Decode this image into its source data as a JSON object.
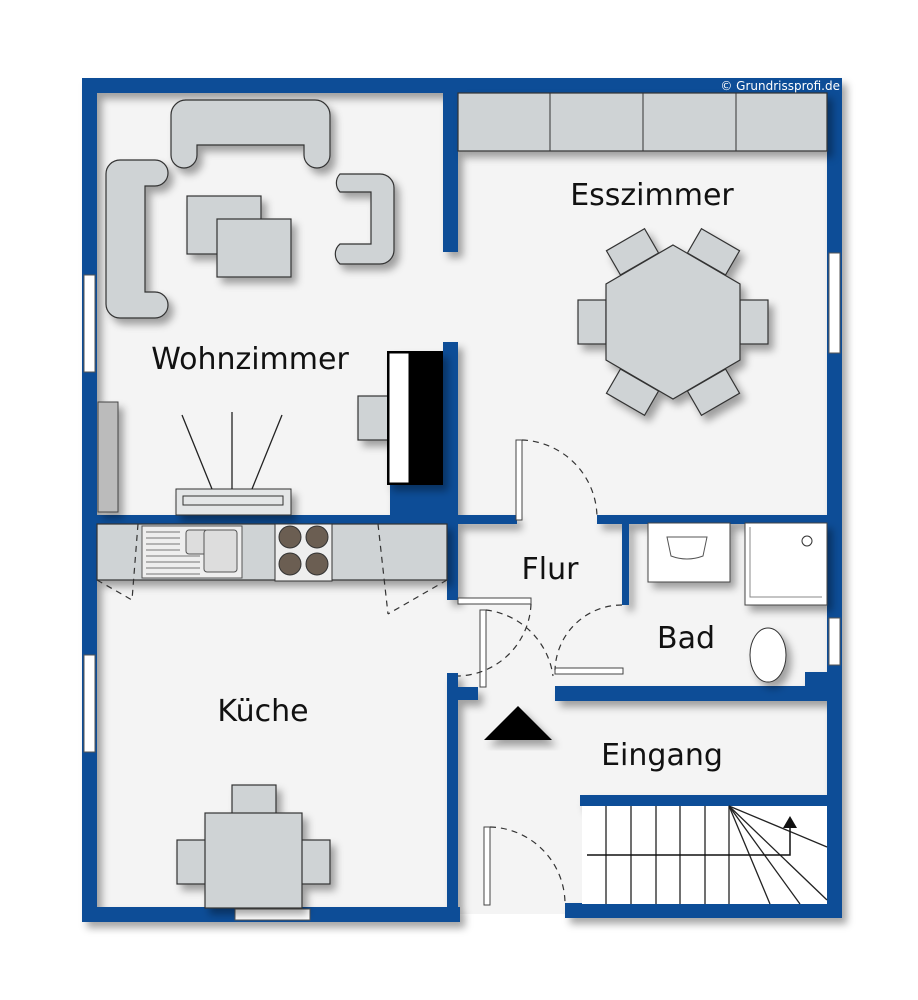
{
  "copyright": "© Grundrissprofi.de",
  "rooms": {
    "wohnzimmer": "Wohnzimmer",
    "esszimmer": "Esszimmer",
    "kueche": "Küche",
    "flur": "Flur",
    "bad": "Bad",
    "eingang": "Eingang"
  },
  "colors": {
    "wall": "#0a4d97",
    "floor": "#f4f4f4",
    "furniture": "#cfd3d5"
  }
}
